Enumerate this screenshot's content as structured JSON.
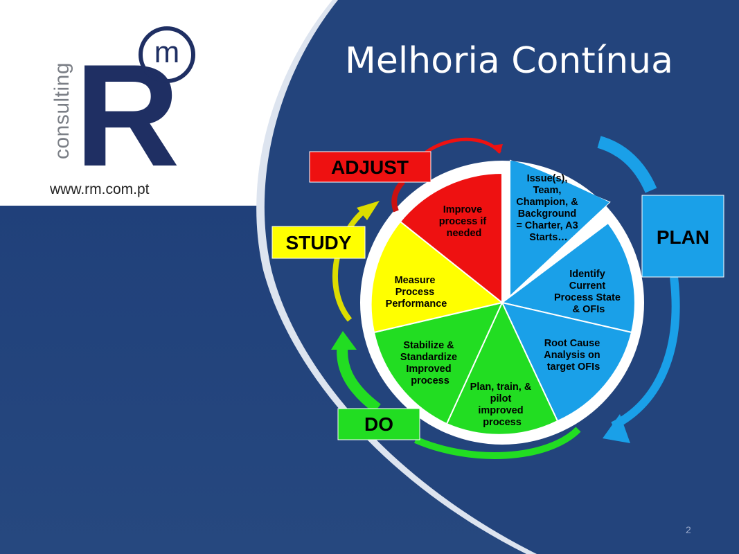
{
  "title": "Melhoria Contínua",
  "brand": {
    "word": "consulting",
    "letter_r": "R",
    "letter_m": "m",
    "url": "www.rm.com.pt"
  },
  "page_number": "2",
  "colors": {
    "background": "#23447c",
    "brand_navy": "#1f2f63",
    "plan": "#1aa0e8",
    "do": "#22dd22",
    "study": "#ffff00",
    "adjust": "#ee1111"
  },
  "phases": {
    "adjust": "ADJUST",
    "plan": "PLAN",
    "study": "STUDY",
    "do": "DO"
  },
  "segments": {
    "s1": [
      "Issue(s),",
      "Team,",
      "Champion, &",
      "Background",
      "= Charter, A3",
      "Starts…"
    ],
    "s2": [
      "Identify",
      "Current",
      "Process State",
      "& OFIs"
    ],
    "s3": [
      "Root Cause",
      "Analysis on",
      "target OFIs"
    ],
    "s4": [
      "Plan, train, &",
      "pilot",
      "improved",
      "process"
    ],
    "s5": [
      "Stabilize  &",
      "Standardize",
      "Improved",
      "process"
    ],
    "s6": [
      "Measure",
      "Process",
      "Performance"
    ],
    "s7": [
      "Improve",
      "process if",
      "needed"
    ]
  }
}
